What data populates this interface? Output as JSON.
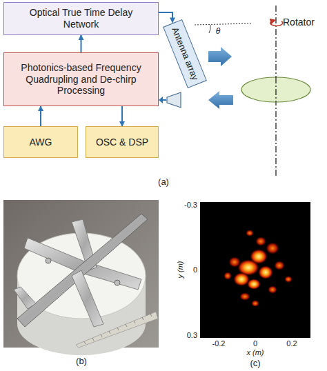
{
  "diagram": {
    "nodes": [
      {
        "text": [
          "Optical True Time Delay Network"
        ]
      },
      {
        "text": [
          "Photonics-based Frequency Quadrupling and De-chirp Processing"
        ]
      },
      {
        "text": [
          "AWG"
        ]
      },
      {
        "text": [
          "OSC & DSP"
        ]
      },
      {
        "text": [
          "Antenna array"
        ]
      }
    ],
    "edges": [
      {
        "from": 1,
        "to": 0,
        "arrow": "to"
      },
      {
        "from": 0,
        "to": 4,
        "arrow": "to"
      },
      {
        "from": 2,
        "to": 1,
        "arrow": "to"
      },
      {
        "from": 1,
        "to": 3,
        "arrow": "to"
      }
    ],
    "labels": [
      "Rotator",
      "θ",
      "(a)",
      "(b)",
      "-0.3",
      "0",
      "0.3",
      "y (m)",
      "-0.2",
      "0",
      "0.2",
      "x (m)",
      "(c)"
    ]
  }
}
